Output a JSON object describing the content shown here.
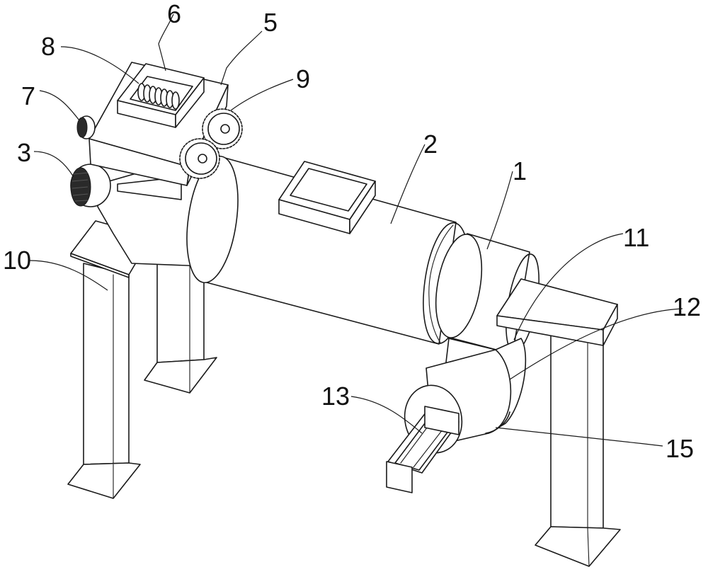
{
  "callouts": {
    "part_1": "1",
    "part_2": "2",
    "part_3": "3",
    "part_5": "5",
    "part_6": "6",
    "part_7": "7",
    "part_8": "8",
    "part_9": "9",
    "part_10": "10",
    "part_11": "11",
    "part_12": "12",
    "part_13": "13",
    "part_15": "15"
  }
}
